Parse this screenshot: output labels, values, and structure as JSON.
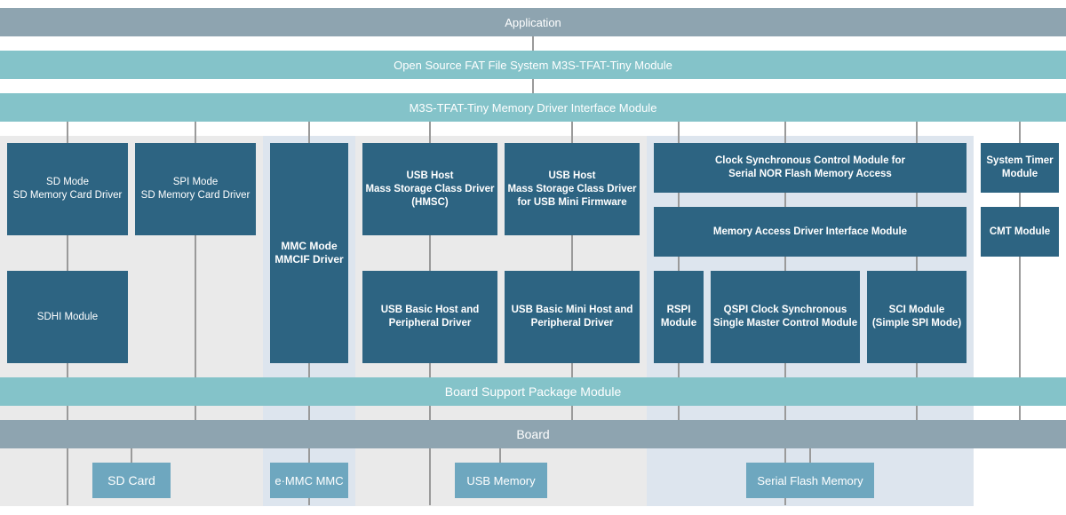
{
  "layers": {
    "application": "Application",
    "fat_fs": "Open Source FAT File System M3S-TFAT-Tiny Module",
    "memory_driver_if": "M3S-TFAT-Tiny Memory Driver Interface Module",
    "bsp": "Board Support Package Module",
    "board": "Board"
  },
  "modules": {
    "sd_mode": "SD Mode\nSD Memory Card Driver",
    "spi_mode": "SPI Mode\nSD Memory Card Driver",
    "mmc_mode": "MMC Mode\nMMCIF Driver",
    "usb_hmsc": "USB Host\nMass Storage Class Driver\n(HMSC)",
    "usb_mini": "USB Host\nMass Storage Class Driver\nfor USB Mini Firmware",
    "clock_sync": "Clock Synchronous Control Module for\nSerial NOR Flash Memory Access",
    "system_timer": "System Timer\nModule",
    "memory_access": "Memory Access Driver Interface Module",
    "cmt": "CMT Module",
    "sdhi": "SDHI Module",
    "usb_basic": "USB Basic Host and\nPeripheral Driver",
    "usb_basic_mini": "USB Basic Mini Host and\nPeripheral Driver",
    "rspi": "RSPI\nModule",
    "qspi": "QSPI Clock Synchronous\nSingle Master Control Module",
    "sci": "SCI Module\n(Simple SPI Mode)"
  },
  "devices": {
    "sd_card": "SD Card",
    "emmc": "e·MMC MMC",
    "usb_memory": "USB Memory",
    "serial_flash": "Serial Flash Memory"
  },
  "colors": {
    "module": "#2d6482",
    "layer_teal": "#84c3c9",
    "layer_grey": "#8ea4b0",
    "device": "#6ea7bf",
    "group_grey": "#eaeaea",
    "group_blue": "#dde5ee"
  }
}
